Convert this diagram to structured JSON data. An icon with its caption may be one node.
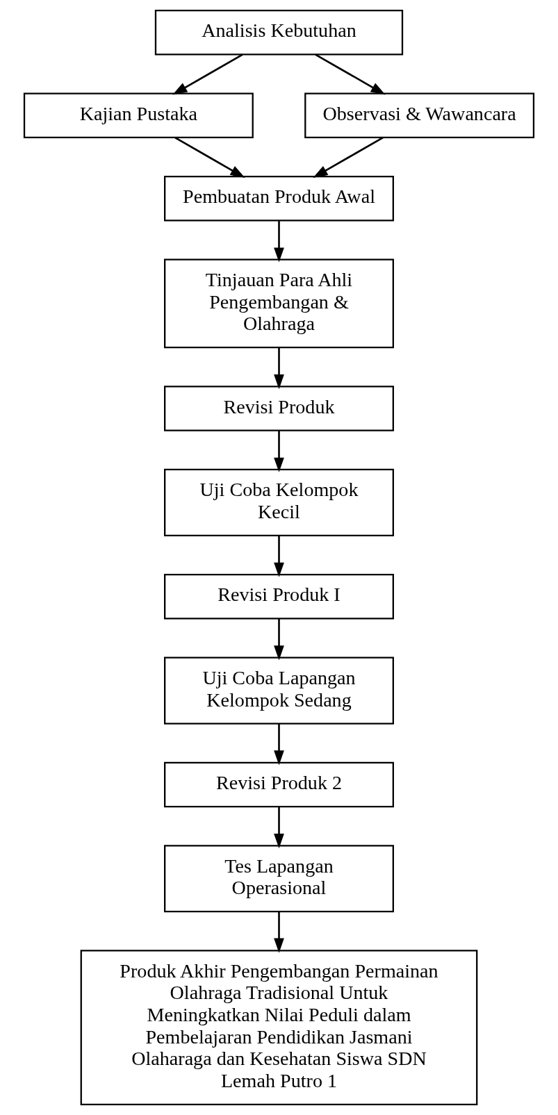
{
  "diagram": {
    "nodes": [
      {
        "text": [
          "Analisis Kebutuhan"
        ]
      },
      {
        "text": [
          "Kajian Pustaka"
        ]
      },
      {
        "text": [
          "Observasi & Wawancara"
        ]
      },
      {
        "text": [
          "Pembuatan Produk Awal"
        ]
      },
      {
        "text": [
          "Tinjauan Para Ahli Pengembangan & Olahraga"
        ]
      },
      {
        "text": [
          "Revisi Produk"
        ]
      },
      {
        "text": [
          "Uji Coba Kelompok Kecil"
        ]
      },
      {
        "text": [
          "Revisi Produk I"
        ]
      },
      {
        "text": [
          "Uji Coba Lapangan Kelompok Sedang"
        ]
      },
      {
        "text": [
          "Revisi Produk 2"
        ]
      },
      {
        "text": [
          "Tes Lapangan Operasional"
        ]
      },
      {
        "text": [
          "Produk Akhir Pengembangan Permainan Olahraga Tradisional Untuk Meningkatkan Nilai Peduli dalam Pembelajaran Pendidikan Jasmani Olaharaga dan Kesehatan Siswa SDN Lemah Putro 1"
        ]
      }
    ],
    "edges": [
      {
        "from": 0,
        "to": 1,
        "arrow": "to"
      },
      {
        "from": 0,
        "to": 2,
        "arrow": "to"
      },
      {
        "from": 1,
        "to": 3,
        "arrow": "to"
      },
      {
        "from": 2,
        "to": 3,
        "arrow": "to"
      },
      {
        "from": 3,
        "to": 4,
        "arrow": "to"
      },
      {
        "from": 4,
        "to": 5,
        "arrow": "to"
      },
      {
        "from": 5,
        "to": 6,
        "arrow": "to"
      },
      {
        "from": 6,
        "to": 7,
        "arrow": "to"
      },
      {
        "from": 7,
        "to": 8,
        "arrow": "to"
      },
      {
        "from": 8,
        "to": 9,
        "arrow": "to"
      },
      {
        "from": 9,
        "to": 10,
        "arrow": "to"
      },
      {
        "from": 10,
        "to": 11,
        "arrow": "to"
      }
    ]
  }
}
